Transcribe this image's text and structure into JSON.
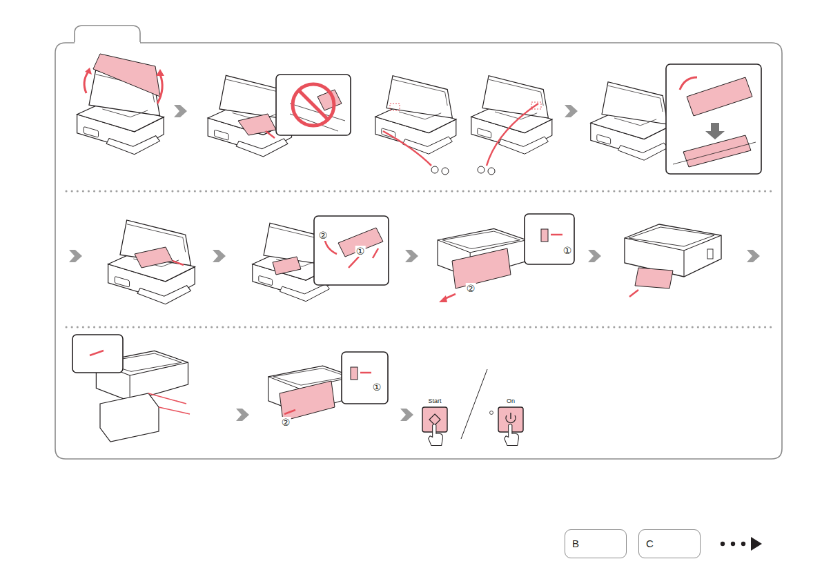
{
  "diagram": {
    "nodes": [
      {
        "text": [
          "B"
        ]
      },
      {
        "text": [
          "C"
        ]
      }
    ],
    "labels": [
      "②",
      "①",
      "①",
      "②",
      "①",
      "②",
      "Start",
      "On"
    ]
  }
}
